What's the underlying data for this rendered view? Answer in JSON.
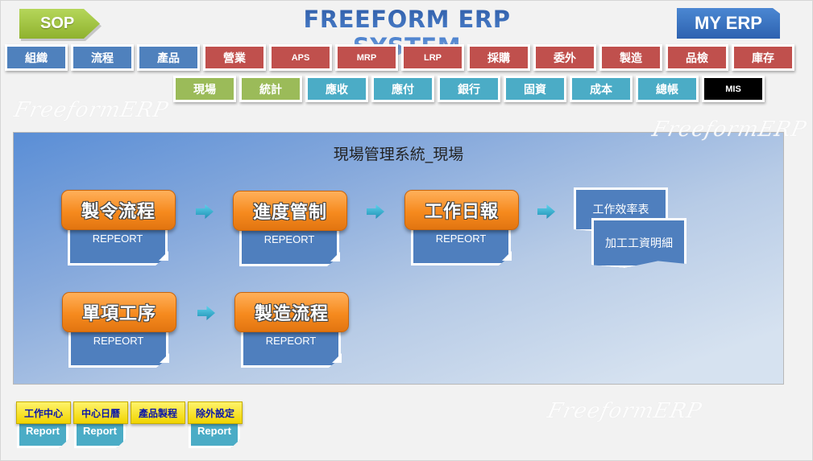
{
  "header": {
    "sop_label": "SOP",
    "title": "FREEFORM ERP SYSTEM",
    "myerp_label": "MY ERP"
  },
  "colors": {
    "blue": "#4f81bd",
    "red": "#c0504d",
    "green": "#9bbb59",
    "teal": "#4bacc6",
    "black": "#000000",
    "orange": "#f68a1e",
    "yellow": "#ffee33"
  },
  "nav_row1": [
    {
      "label": "組織",
      "color": "#4f81bd"
    },
    {
      "label": "流程",
      "color": "#4f81bd"
    },
    {
      "label": "產品",
      "color": "#4f81bd"
    },
    {
      "label": "營業",
      "color": "#c0504d"
    },
    {
      "label": "APS",
      "color": "#c0504d"
    },
    {
      "label": "MRP",
      "color": "#c0504d"
    },
    {
      "label": "LRP",
      "color": "#c0504d"
    },
    {
      "label": "採購",
      "color": "#c0504d"
    },
    {
      "label": "委外",
      "color": "#c0504d"
    },
    {
      "label": "製造",
      "color": "#c0504d"
    },
    {
      "label": "品檢",
      "color": "#c0504d"
    },
    {
      "label": "庫存",
      "color": "#c0504d"
    }
  ],
  "nav_row2": [
    {
      "label": "現場",
      "color": "#9bbb59"
    },
    {
      "label": "統計",
      "color": "#9bbb59"
    },
    {
      "label": "應收",
      "color": "#4bacc6"
    },
    {
      "label": "應付",
      "color": "#4bacc6"
    },
    {
      "label": "銀行",
      "color": "#4bacc6"
    },
    {
      "label": "固資",
      "color": "#4bacc6"
    },
    {
      "label": "成本",
      "color": "#4bacc6"
    },
    {
      "label": "總帳",
      "color": "#4bacc6"
    },
    {
      "label": "MIS",
      "color": "#000000"
    }
  ],
  "watermark": "FreeformERP",
  "panel": {
    "title": "現場管理系統_現場",
    "nodes": [
      {
        "label": "製令流程",
        "report": "REPEORT"
      },
      {
        "label": "進度管制",
        "report": "REPEORT"
      },
      {
        "label": "工作日報",
        "report": "REPEORT"
      },
      {
        "label": "單項工序",
        "report": "REPEORT"
      },
      {
        "label": "製造流程",
        "report": "REPEORT"
      }
    ],
    "reports": [
      "工作效率表",
      "加工工資明細"
    ]
  },
  "bottom": [
    {
      "label": "工作中心",
      "report": "Report"
    },
    {
      "label": "中心日曆",
      "report": "Report"
    },
    {
      "label": "產品製程",
      "report": null
    },
    {
      "label": "除外設定",
      "report": "Report"
    }
  ]
}
